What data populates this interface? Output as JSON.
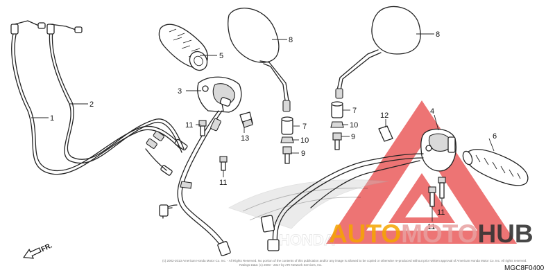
{
  "callouts": [
    {
      "id": "1",
      "label": "1"
    },
    {
      "id": "2",
      "label": "2"
    },
    {
      "id": "3",
      "label": "3"
    },
    {
      "id": "4",
      "label": "4"
    },
    {
      "id": "5",
      "label": "5"
    },
    {
      "id": "6",
      "label": "6"
    },
    {
      "id": "7",
      "label": "7"
    },
    {
      "id": "8",
      "label": "8"
    },
    {
      "id": "9",
      "label": "9"
    },
    {
      "id": "10",
      "label": "10"
    },
    {
      "id": "11",
      "label": "11"
    },
    {
      "id": "12",
      "label": "12"
    },
    {
      "id": "13",
      "label": "13"
    }
  ],
  "diagram_code": "MGC8F0400",
  "direction_label": "FR.",
  "copyright": {
    "line1": "(c) 2002-2013 American Honda Motor Co. Inc. - All Rights Reserved. No portion of the contents of this publication and/or any image is allowed to be copied or otherwise re-produced without prior written approval of American Honda Motor Co. Inc. All rights reserved.",
    "line2": "Ratings Data: (c) 2000 - 2017 by ARI Network Services, Inc."
  },
  "watermark": {
    "part1": "AUTO",
    "part2": "MOTO",
    "part3": "HUB",
    "colors": {
      "auto": "#f4a500",
      "moto": "#e8a0a0",
      "hub": "#333333",
      "triangle": "#e84a4a"
    }
  },
  "brand_mark": "HONDA"
}
